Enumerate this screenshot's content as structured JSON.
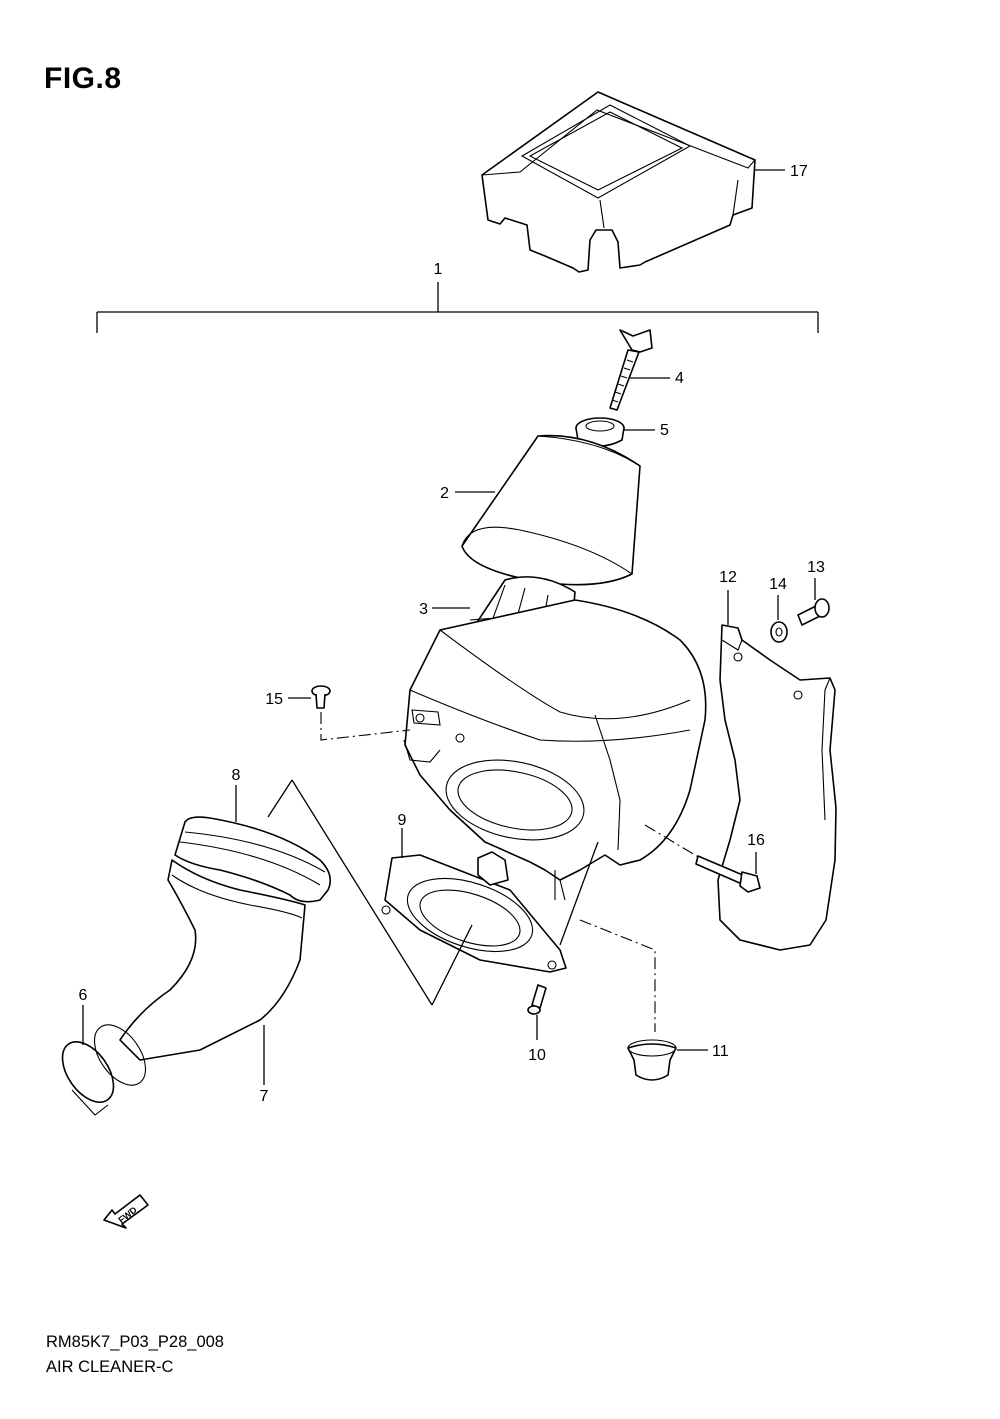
{
  "figure": {
    "title": "FIG.8"
  },
  "footer": {
    "code": "RM85K7_P03_P28_008",
    "name": "AIR CLEANER-C"
  },
  "fwd_arrow": {
    "label": "FWD"
  },
  "callouts": {
    "p1": "1",
    "p2": "2",
    "p3": "3",
    "p4": "4",
    "p5": "5",
    "p6": "6",
    "p7": "7",
    "p8": "8",
    "p9": "9",
    "p10": "10",
    "p11": "11",
    "p12": "12",
    "p13": "13",
    "p14": "14",
    "p15": "15",
    "p16": "16",
    "p17": "17"
  }
}
